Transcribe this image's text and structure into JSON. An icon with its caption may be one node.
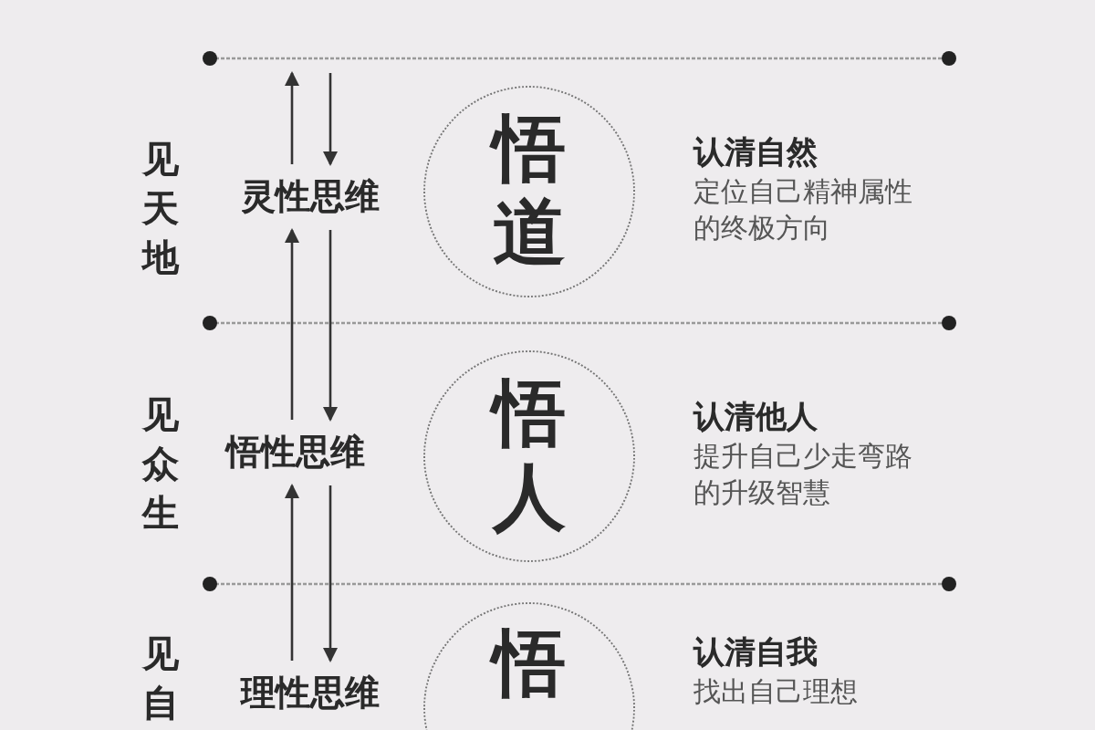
{
  "diagram": {
    "nodes": [
      {
        "text": [
          "灵性思维"
        ]
      },
      {
        "text": [
          "悟道"
        ],
        "beside": [
          "认清自然",
          "定位自己精神属性的终极方向"
        ]
      },
      {
        "text": [
          "悟性思维"
        ]
      },
      {
        "text": [
          "悟人"
        ],
        "beside": [
          "认清他人",
          "提升自己少走弯路的升级智慧"
        ]
      },
      {
        "text": [
          "理性思维"
        ]
      },
      {
        "text": [
          "悟"
        ],
        "beside": [
          "认清自我",
          "找出自己理想"
        ]
      }
    ],
    "edges": [
      {
        "from": 0,
        "to": null,
        "arrow": "to"
      },
      {
        "from": null,
        "to": 0,
        "arrow": "to"
      },
      {
        "from": 2,
        "to": 0,
        "arrow": "to"
      },
      {
        "from": 0,
        "to": 2,
        "arrow": "to"
      },
      {
        "from": 4,
        "to": 2,
        "arrow": "to"
      },
      {
        "from": 2,
        "to": 4,
        "arrow": "to"
      }
    ],
    "labels": [
      "见天地",
      "见众生",
      "见自"
    ]
  }
}
